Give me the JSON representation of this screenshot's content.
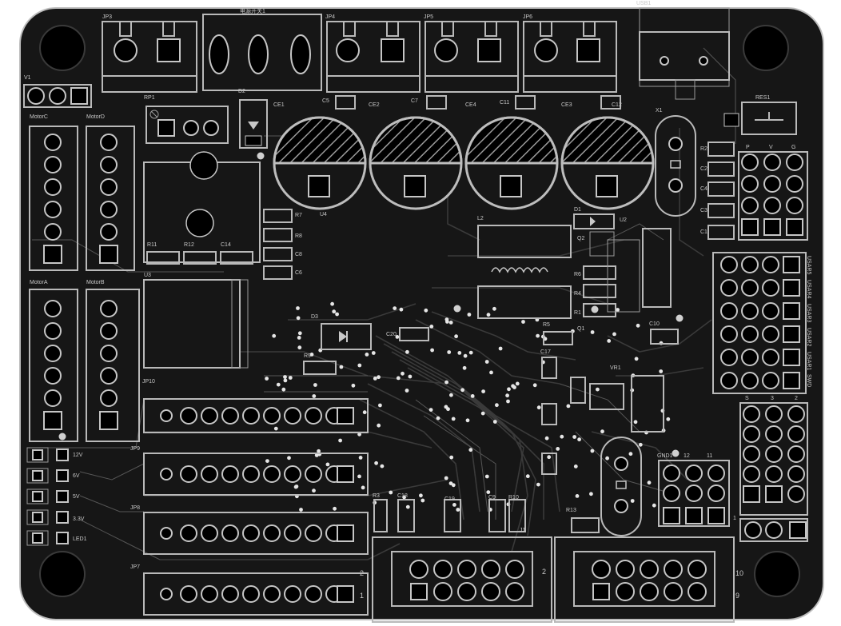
{
  "board": {
    "colors": {
      "board": "#161616",
      "silkscreen": "#c0c0c0",
      "outline": "#bdbdbd",
      "trace": "#3a3a3a",
      "pad": "#000000"
    },
    "labels": {
      "usb": "USB1",
      "jp3": "JP3",
      "power_switch": "电源开关1",
      "jp4": "JP4",
      "jp5": "JP5",
      "jp6": "JP6",
      "v1": "V1",
      "rp1": "RP1",
      "d2": "D2",
      "ce1": "CE1",
      "c5": "C5",
      "ce2": "CE2",
      "c7": "C7",
      "ce4": "CE4",
      "c11": "C11",
      "ce3": "CE3",
      "c12": "C12",
      "x1": "X1",
      "res1": "RES1",
      "motor_c": "MotorC",
      "motor_d": "MotorD",
      "motor_a": "MotorA",
      "motor_b": "MotorB",
      "u4": "U4",
      "r7": "R7",
      "r8": "R8",
      "c8": "C8",
      "c6": "C6",
      "r11": "R11",
      "r12": "R12",
      "c14": "C14",
      "u3": "U3",
      "l2": "L2",
      "d1": "D1",
      "u2": "U2",
      "q2": "Q2",
      "r6": "R6",
      "r4": "R4",
      "r1": "R1",
      "r5": "R5",
      "q1": "Q1",
      "d3": "D3",
      "c20": "C20",
      "r9": "R9",
      "c17": "C17",
      "c10": "C10",
      "vr1": "VR1",
      "jp10": "JP10",
      "jp9": "JP9",
      "jp8": "JP8",
      "jp7": "JP7",
      "r2": "R2",
      "c2": "C2",
      "c4": "C4",
      "c3": "C3",
      "c1": "C1",
      "p": "P",
      "v": "V",
      "g": "G",
      "usar5": "USAR5",
      "usar4": "USAR4",
      "usar3": "USAR3",
      "usar2": "USAR2",
      "usar1": "USAR1",
      "swd": "SWD",
      "s": "S",
      "three": "3",
      "two": "2",
      "gnd1": "GND1",
      "p12": "12",
      "p11": "11",
      "one": "1",
      "v12": "12V",
      "v6": "6V",
      "v5": "5V",
      "v33": "3.3V",
      "led1": "LED1",
      "r3": "R3",
      "c18": "C18",
      "c19": "C19",
      "c9": "C9",
      "r10": "R10",
      "j1": "J1",
      "r13": "R13",
      "hdr_two": "2",
      "hdr_one": "1",
      "hdr_ten": "10",
      "hdr_nine": "9",
      "hdr_two_b": "2"
    }
  }
}
